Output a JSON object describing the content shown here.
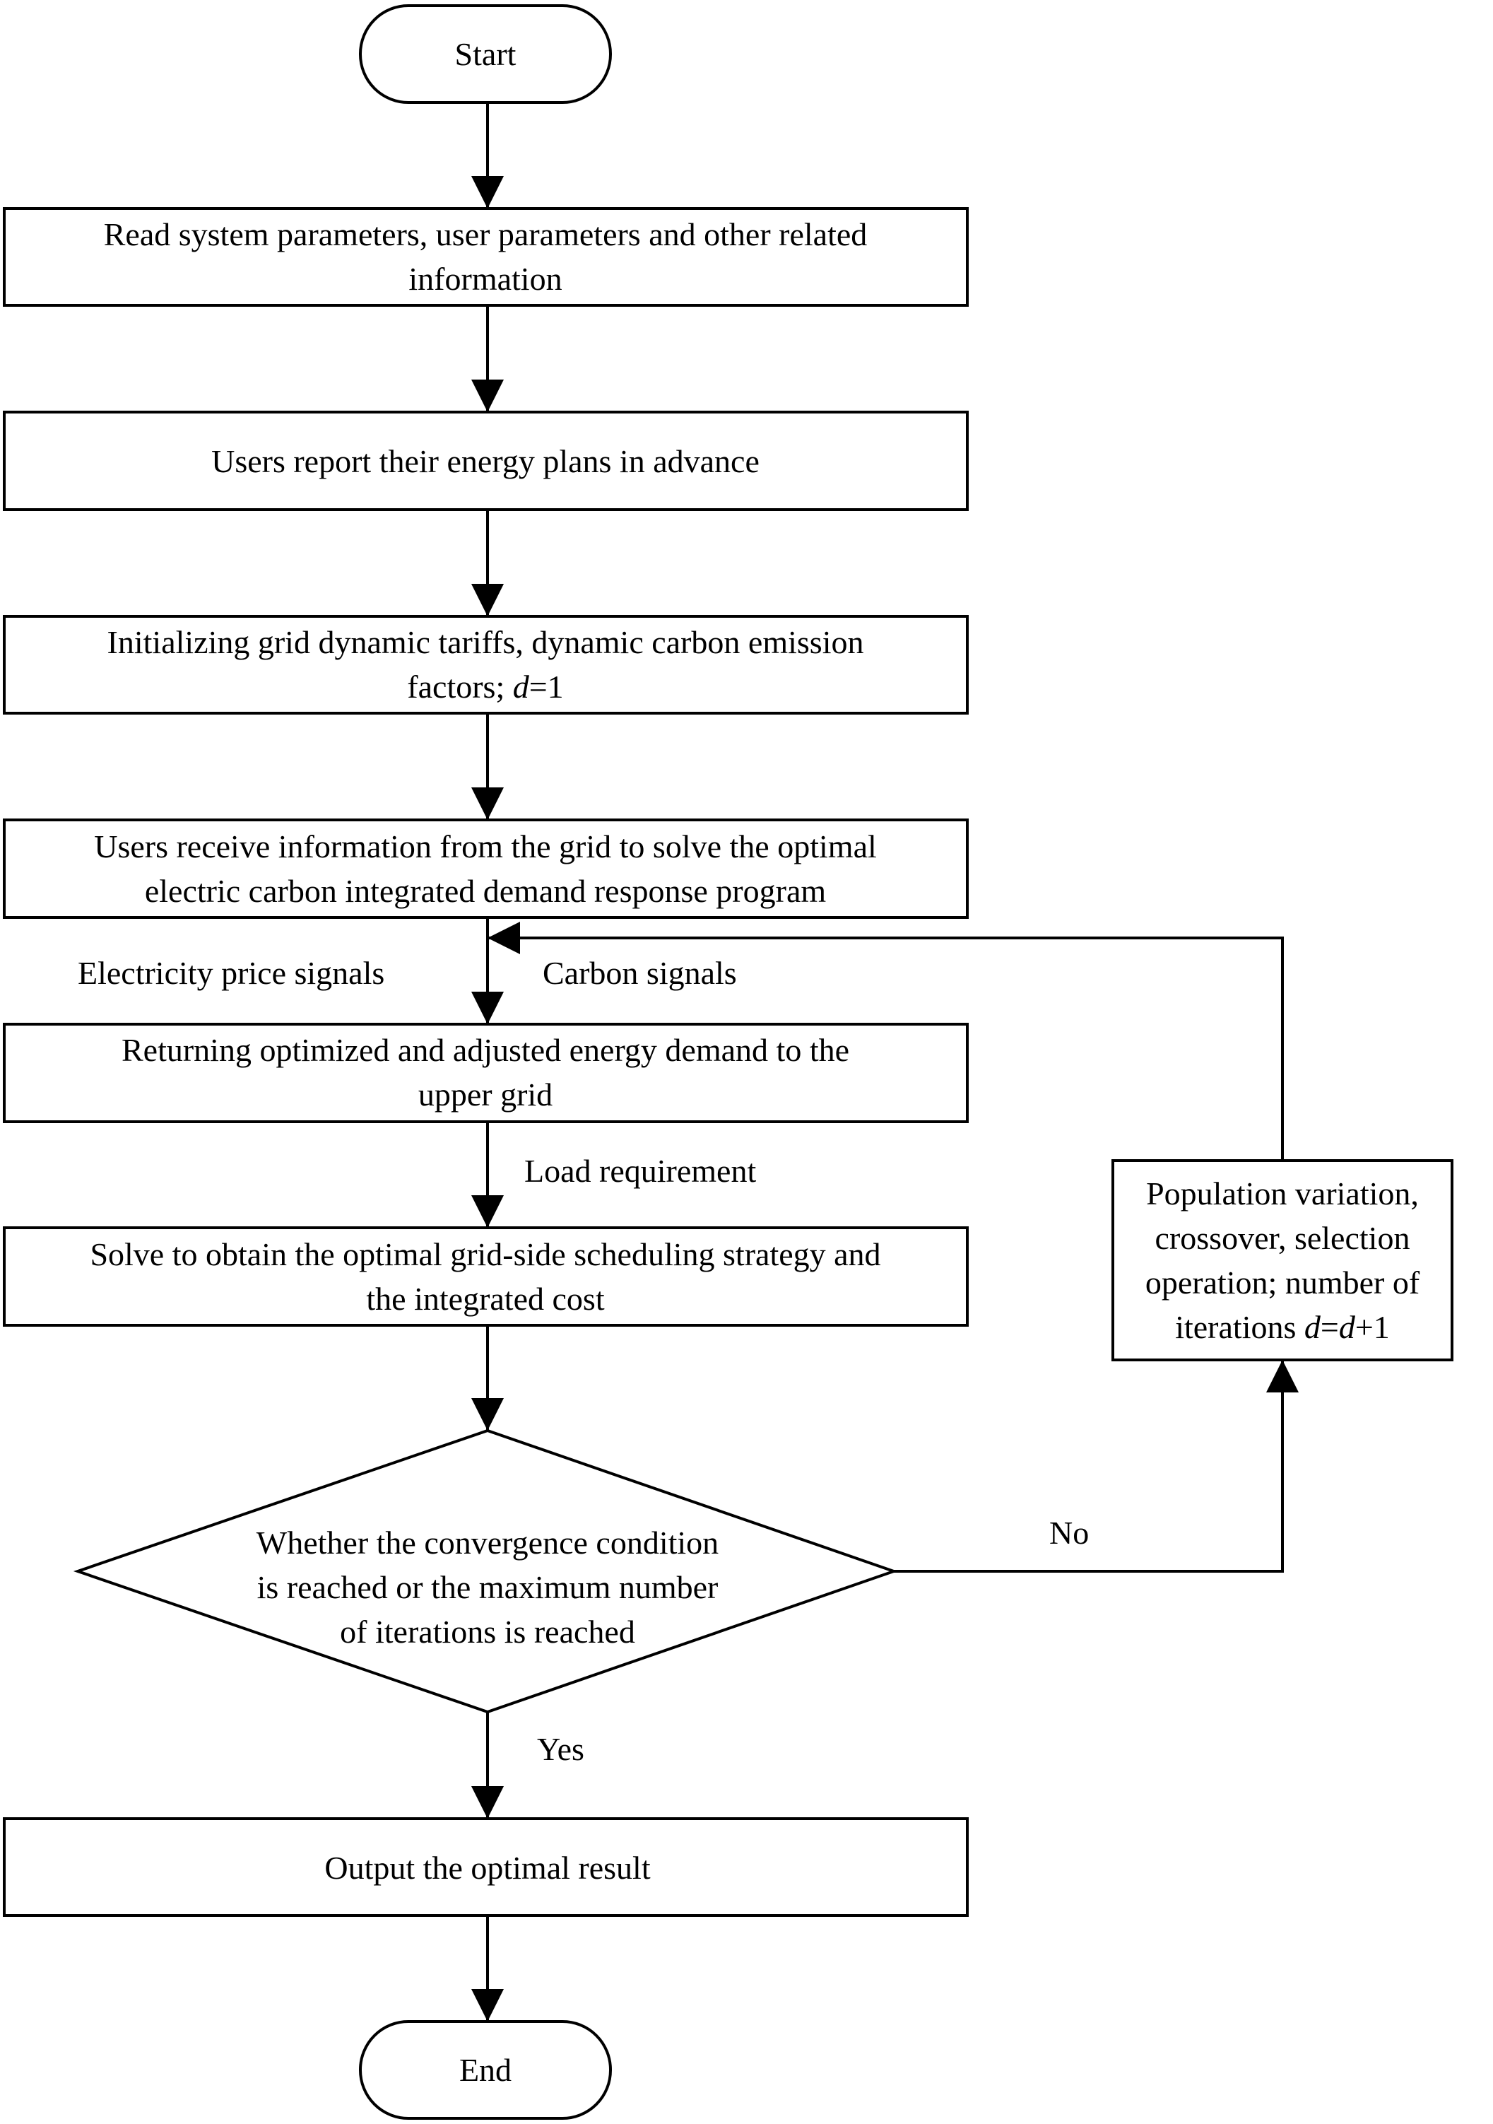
{
  "nodes": {
    "start": {
      "text": "Start"
    },
    "read_params": {
      "line1": "Read system parameters, user parameters and other related",
      "line2": "information"
    },
    "users_report": {
      "text": "Users report their energy plans in advance"
    },
    "initialize": {
      "line1": "Initializing grid dynamic tariffs, dynamic carbon emission",
      "line2_prefix": "factors; ",
      "line2_var": "d",
      "line2_suffix": "=1"
    },
    "users_receive": {
      "line1": "Users receive information from the grid to solve the optimal",
      "line2": "electric carbon integrated demand response program"
    },
    "returning": {
      "line1": "Returning optimized and adjusted energy demand to the",
      "line2": "upper grid"
    },
    "solve": {
      "line1": "Solve to obtain the optimal grid-side scheduling strategy and",
      "line2": "the integrated cost"
    },
    "decision": {
      "line1": "Whether the convergence condition",
      "line2": "is reached or the maximum number",
      "line3": "of iterations is reached"
    },
    "population": {
      "line1": "Population variation,",
      "line2": "crossover, selection",
      "line3": "operation; number of",
      "line4_prefix": "iterations ",
      "line4_var1": "d",
      "line4_eq": "=",
      "line4_var2": "d",
      "line4_suffix": "+1"
    },
    "output": {
      "text": "Output the optimal result"
    },
    "end": {
      "text": "End"
    }
  },
  "edge_labels": {
    "electricity_price": "Electricity price signals",
    "carbon": "Carbon signals",
    "load_requirement": "Load requirement",
    "no": "No",
    "yes": "Yes"
  }
}
